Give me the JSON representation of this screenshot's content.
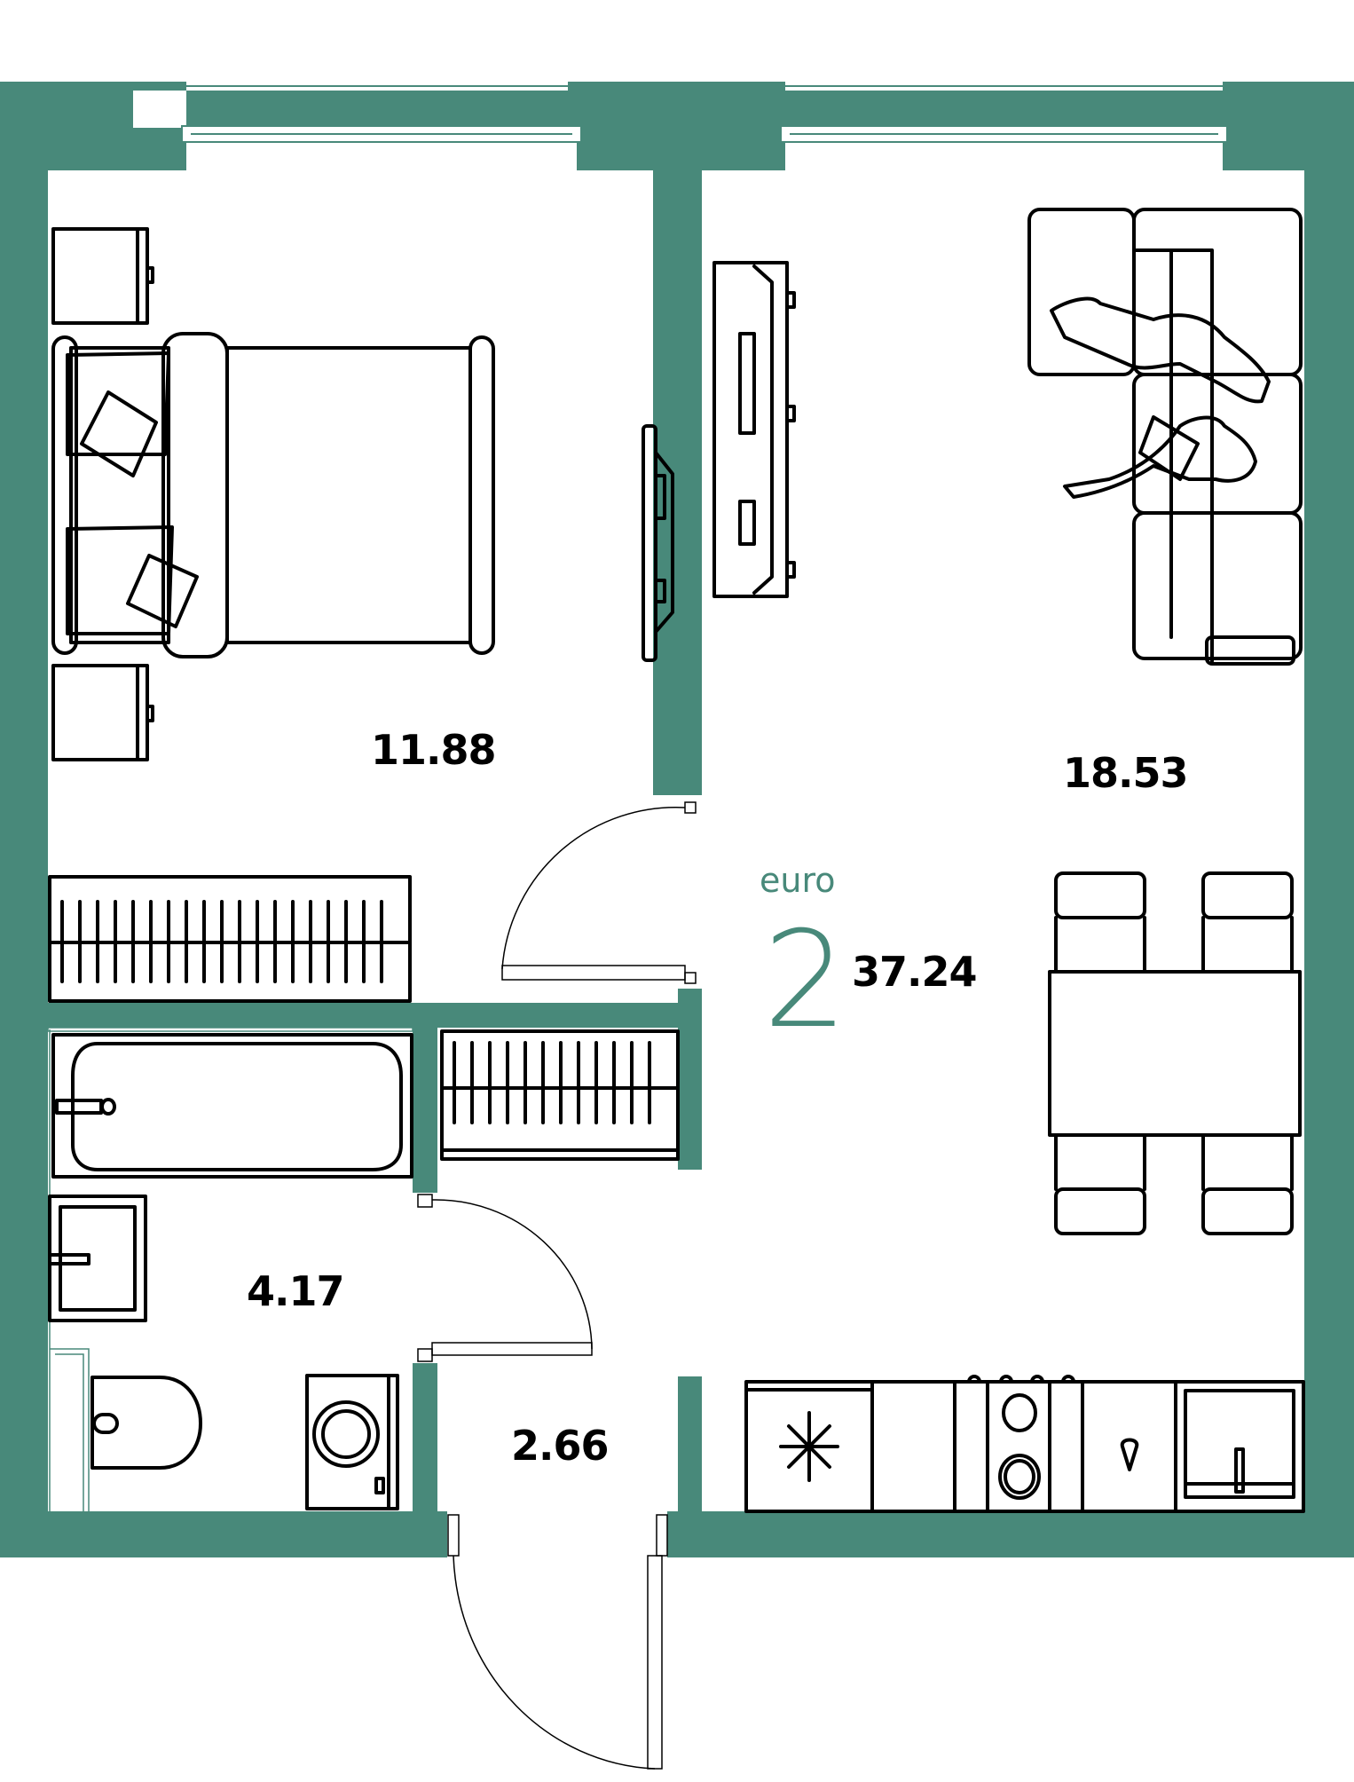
{
  "plan": {
    "apartment_type": "euro",
    "rooms_count": "2",
    "total_area": "37.24",
    "colors": {
      "wall": "#48897a",
      "line": "#000000",
      "background": "#ffffff"
    }
  },
  "rooms": [
    {
      "id": "bedroom",
      "area": "11.88"
    },
    {
      "id": "living-kitchen",
      "area": "18.53"
    },
    {
      "id": "bathroom",
      "area": "4.17"
    },
    {
      "id": "hallway",
      "area": "2.66"
    }
  ],
  "fixtures": [
    "bed",
    "nightstand",
    "nightstand",
    "tv-bedroom",
    "tv-living",
    "wardrobe-bedroom",
    "wardrobe-hall",
    "corner-sofa",
    "people-on-sofa",
    "dining-table",
    "chair",
    "chair",
    "chair",
    "chair",
    "fridge",
    "stove",
    "sink-kitchen",
    "bathtub",
    "washbasin",
    "toilet",
    "washing-machine"
  ]
}
